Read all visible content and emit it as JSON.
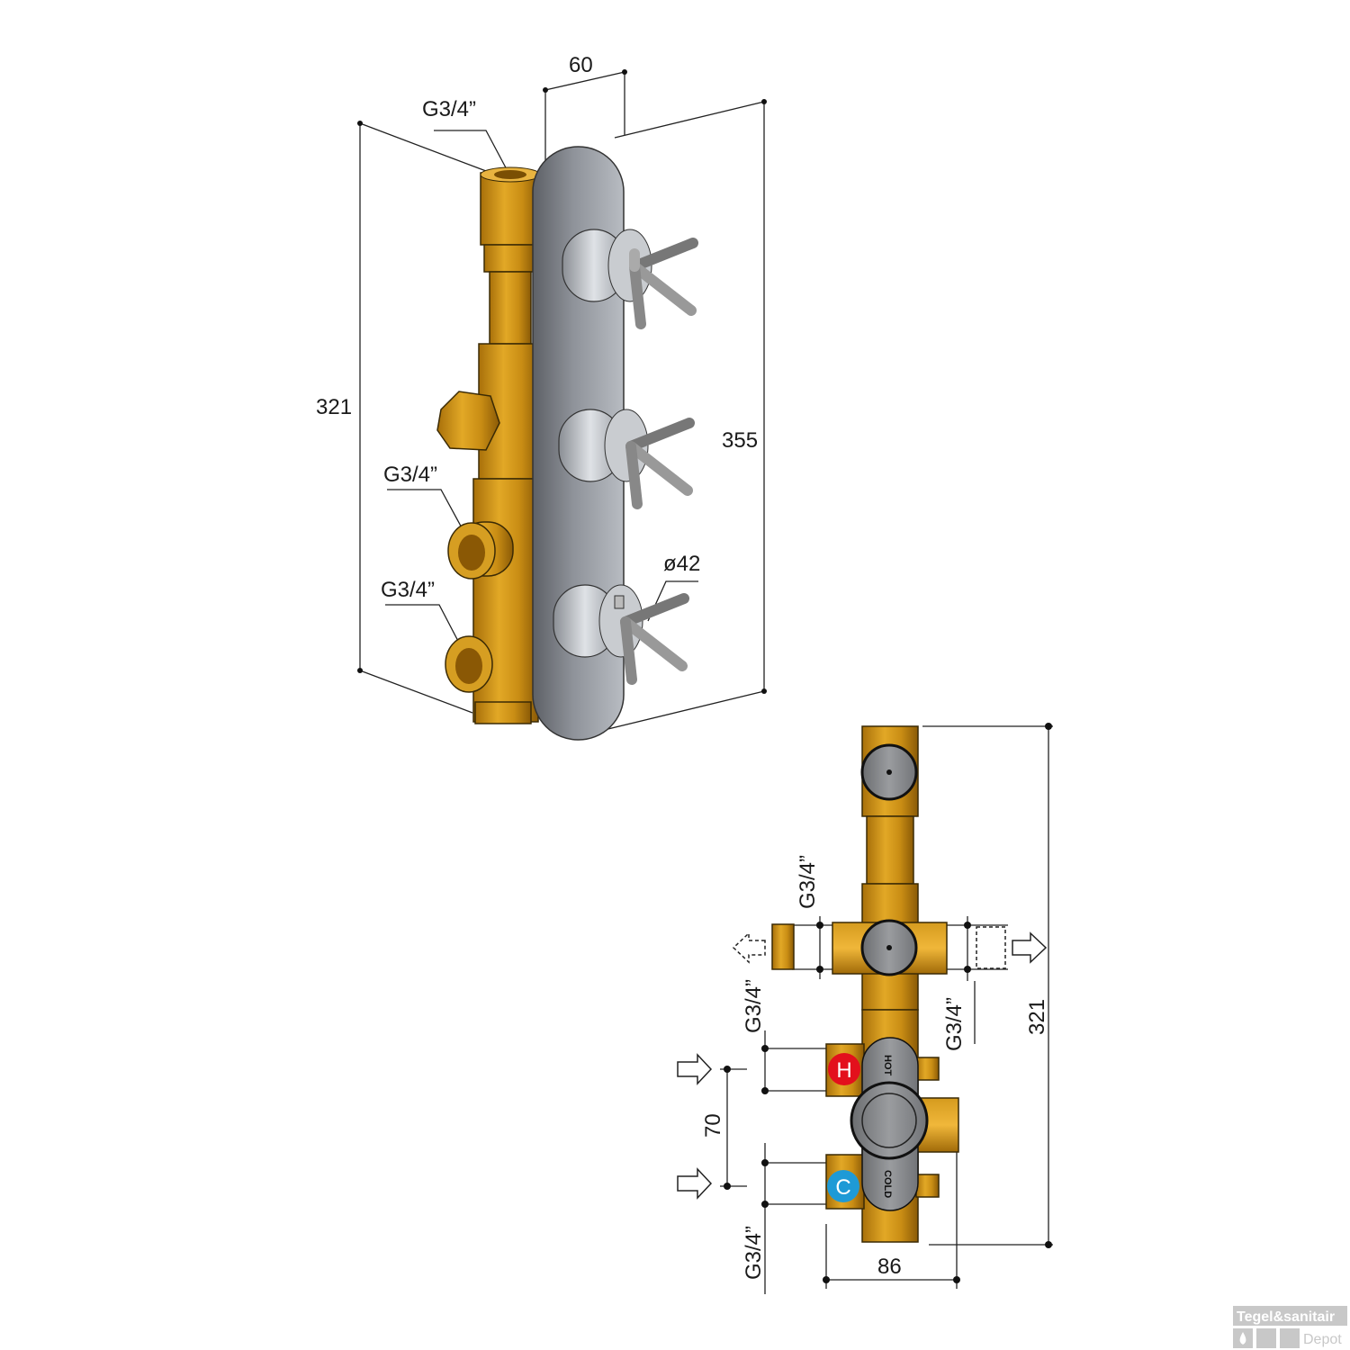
{
  "top_view": {
    "dim_depth": "60",
    "dim_body_height": "321",
    "dim_plate_height": "355",
    "dim_handle_diameter": "ø42",
    "thread_top": "G3/4”",
    "thread_side_upper": "G3/4”",
    "thread_side_lower": "G3/4”"
  },
  "front_view": {
    "dim_height": "321",
    "dim_width": "86",
    "dim_inlet_spacing": "70",
    "thread_outlet_left": "G3/4”",
    "thread_inlet_hot": "G3/4”",
    "thread_outlet_right": "G3/4”",
    "thread_inlet_cold": "G3/4”",
    "hot_badge": "H",
    "cold_badge": "C",
    "hot_label": "HOT",
    "cold_label": "COLD",
    "hot_color": "#e3101c",
    "cold_color": "#1e9ad6"
  },
  "logo": {
    "line1": "Tegel&sanitair",
    "line2": "Depot"
  }
}
